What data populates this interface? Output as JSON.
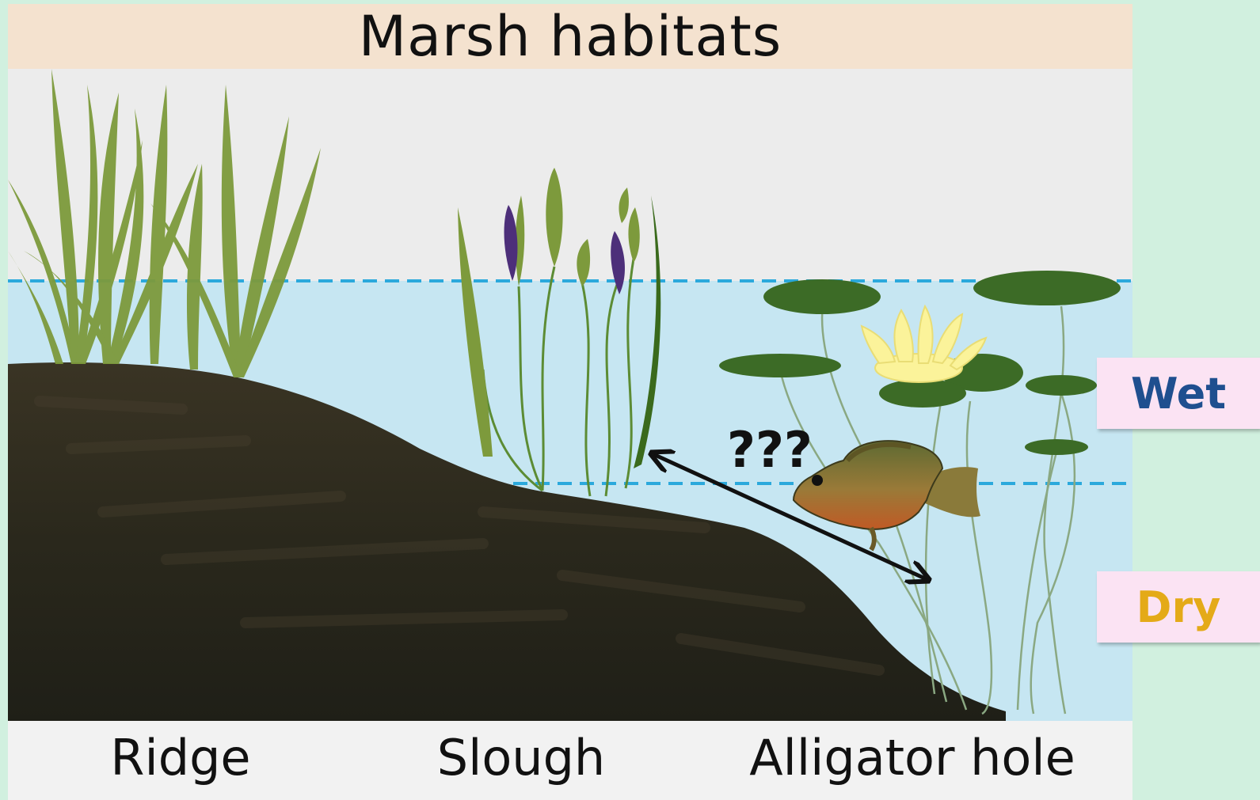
{
  "title": "Marsh habitats",
  "habitats": [
    "Ridge",
    "Slough",
    "Alligator hole"
  ],
  "water_levels": {
    "wet": "Wet",
    "dry": "Dry"
  },
  "question_mark": "???",
  "colors": {
    "background": "#d1f0df",
    "sky": "#ececec",
    "title_band": "#f4e2cf",
    "water": "#c6e6f2",
    "soil": "#2c291c",
    "water_level_line": "#2ba9dc",
    "grass": "#7d9a3c",
    "lily_pad": "#3c6b26",
    "water_lily": "#fbf39a",
    "cattail": "#4d2f7a",
    "wet_text": "#1f4f8f",
    "dry_text": "#e4aa18"
  }
}
